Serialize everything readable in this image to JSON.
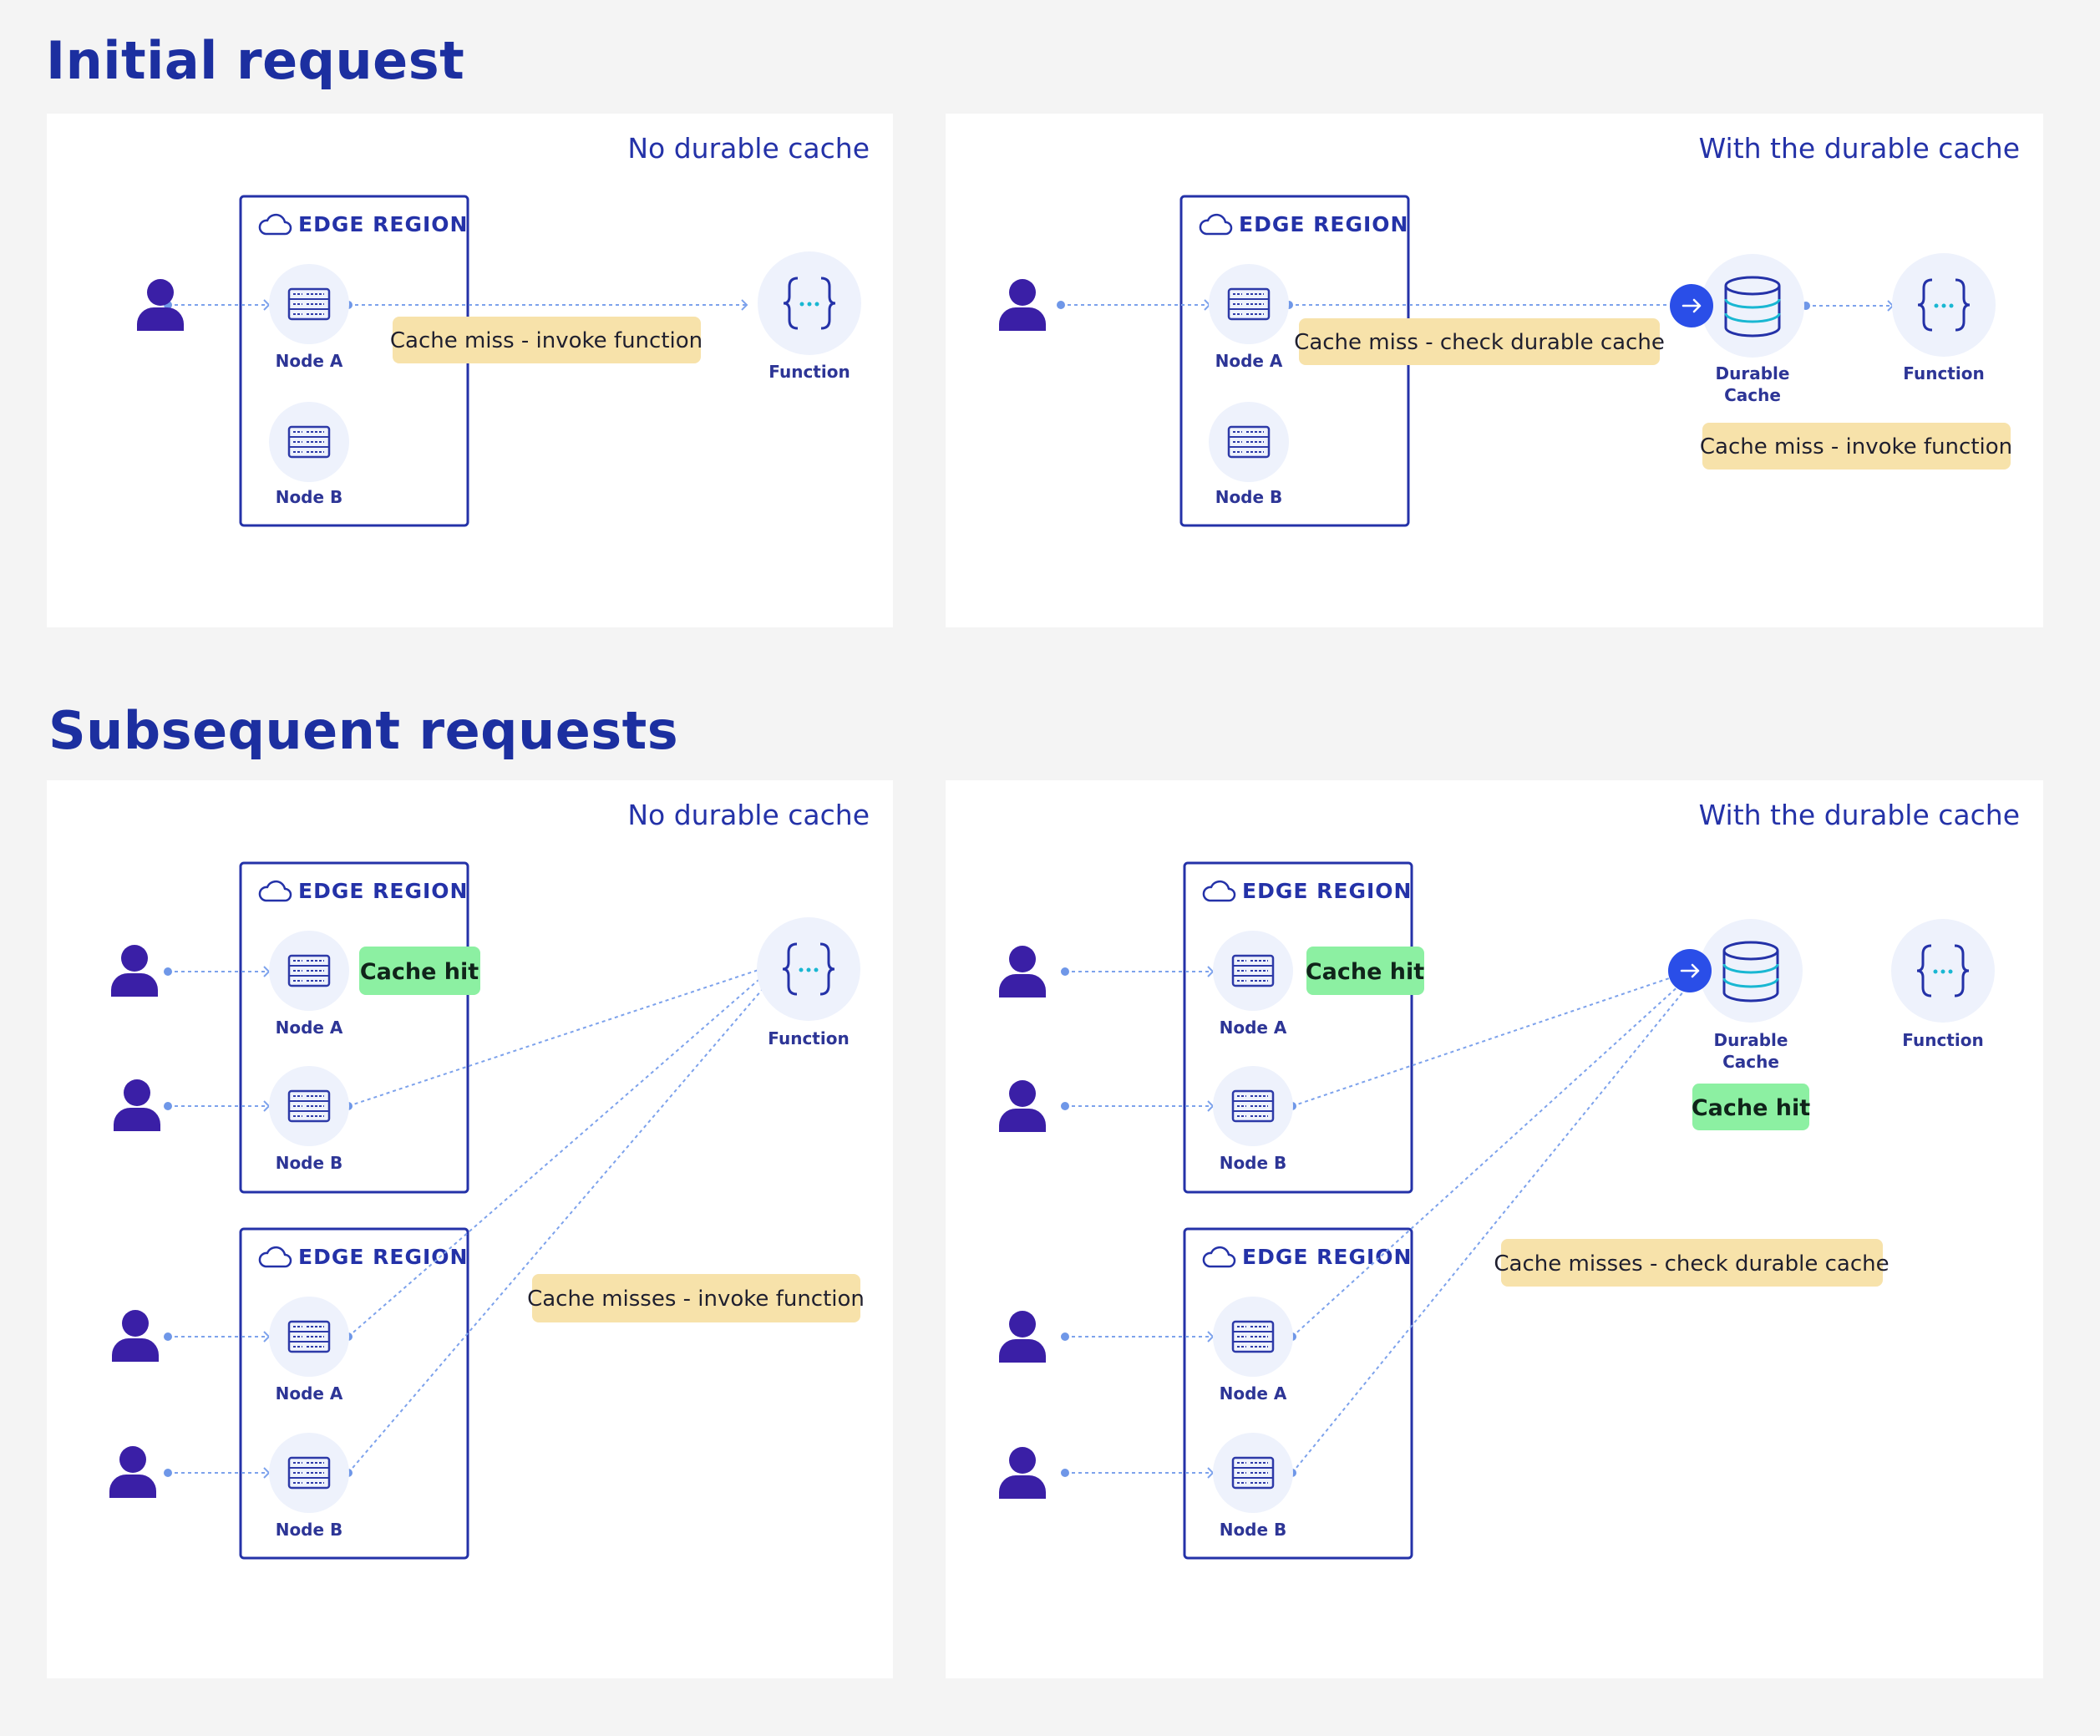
{
  "sections": {
    "initial": "Initial request",
    "subsequent": "Subsequent requests"
  },
  "panels": {
    "no_cache": "No durable cache",
    "with_cache": "With the durable cache"
  },
  "labels": {
    "edge_region": "EDGE REGION",
    "node_a": "Node A",
    "node_b": "Node B",
    "function": "Function",
    "durable_cache_line1": "Durable",
    "durable_cache_line2": "Cache"
  },
  "tags": {
    "miss_invoke": "Cache miss - invoke function",
    "miss_check": "Cache miss - check durable cache",
    "hit": "Cache hit",
    "misses_invoke": "Cache misses - invoke function",
    "misses_check": "Cache misses - check durable cache"
  },
  "colors": {
    "title": "#1c2fa0",
    "user": "#3a1fa6",
    "edge_border": "#2432a8",
    "node_bg": "#eef2fc",
    "flow": "#7da2ec",
    "miss_tag": "#f7e2aa",
    "hit_tag": "#8cf0a2",
    "accent_arrow": "#2a4ee8",
    "cache_cyan": "#19b7d2"
  }
}
